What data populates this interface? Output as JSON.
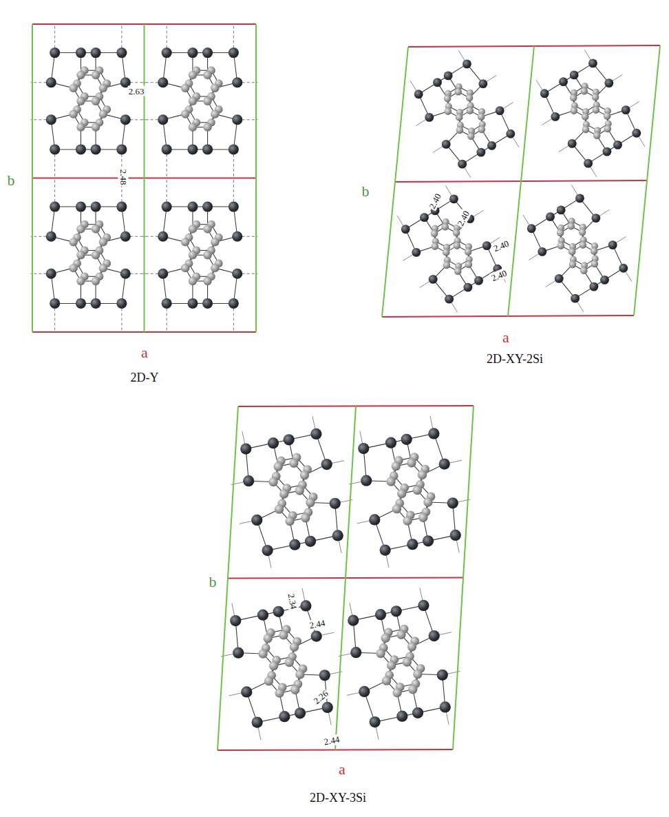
{
  "diagram": {
    "labels": [
      "a",
      "b",
      "2D-Y",
      "2.63",
      "2.48",
      "a",
      "b",
      "2D-XY-2Si",
      "2.40",
      "2.40",
      "2.40",
      "2.40",
      "a",
      "b",
      "2D-XY-3Si",
      "2.34",
      "2.44",
      "2.26",
      "2.44"
    ]
  }
}
